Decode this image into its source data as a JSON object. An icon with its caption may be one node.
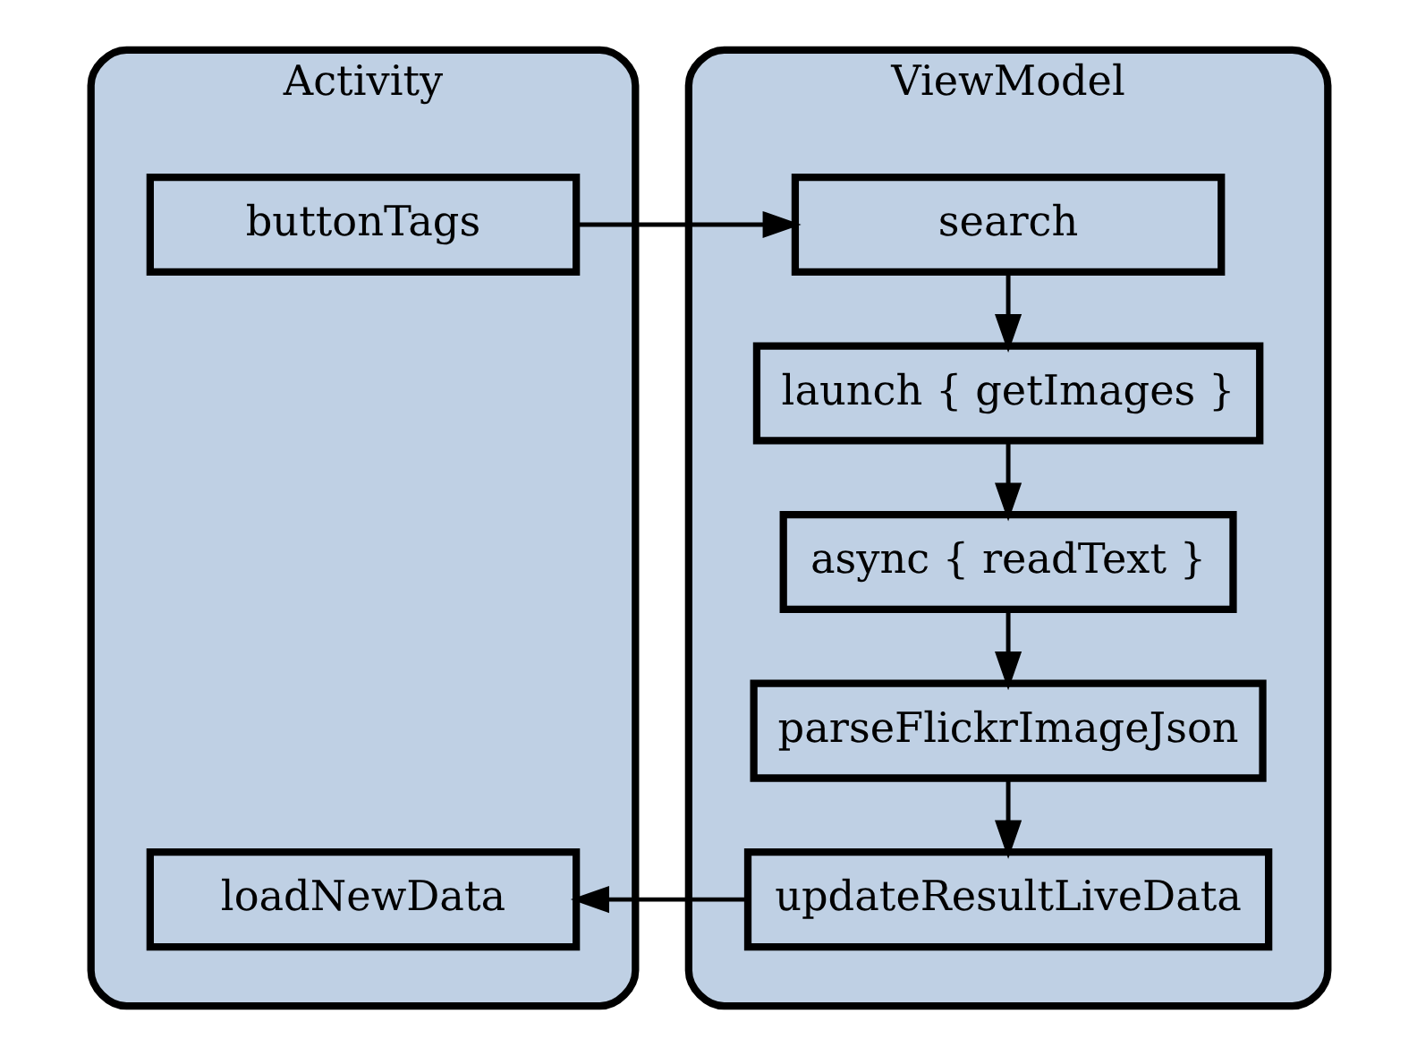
{
  "diagram": {
    "nodes": [
      {
        "text": [
          "Activity"
        ]
      },
      {
        "text": [
          "buttonTags"
        ],
        "in": 0
      },
      {
        "text": [
          "loadNewData"
        ],
        "in": 0
      },
      {
        "text": [
          "ViewModel"
        ]
      },
      {
        "text": [
          "search"
        ],
        "in": 3
      },
      {
        "text": [
          "launch { getImages }"
        ],
        "in": 3
      },
      {
        "text": [
          "async { readText }"
        ],
        "in": 3
      },
      {
        "text": [
          "parseFlickrImageJson"
        ],
        "in": 3
      },
      {
        "text": [
          "updateResultLiveData"
        ],
        "in": 3
      }
    ],
    "edges": [
      {
        "from": 1,
        "to": 4,
        "arrow": "to"
      },
      {
        "from": 4,
        "to": 5,
        "arrow": "to"
      },
      {
        "from": 5,
        "to": 6,
        "arrow": "to"
      },
      {
        "from": 6,
        "to": 7,
        "arrow": "to"
      },
      {
        "from": 7,
        "to": 8,
        "arrow": "to"
      },
      {
        "from": 8,
        "to": 2,
        "arrow": "to"
      }
    ]
  }
}
